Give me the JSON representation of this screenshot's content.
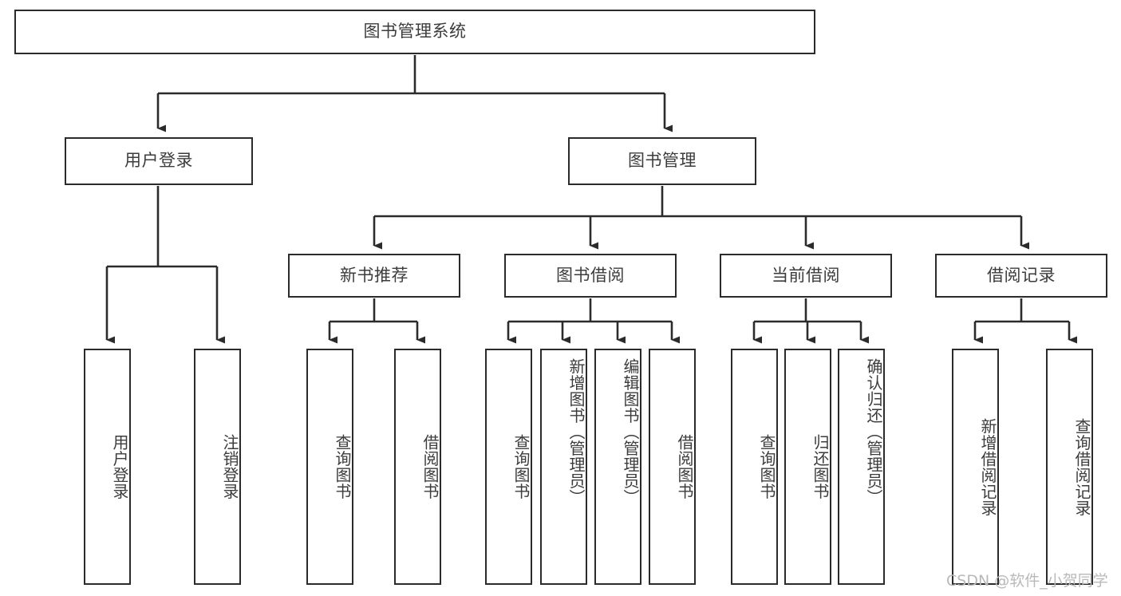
{
  "diagram": {
    "title": "图书管理系统",
    "type": "tree",
    "orientation": "top-down",
    "watermark": "CSDN @软件_小贺同学",
    "colors": {
      "box_stroke": "#2b2b2b",
      "box_fill": "#ffffff",
      "text": "#3c3c3c",
      "connector": "#2b2b2b",
      "watermark": "#b9b9b9",
      "background": "#ffffff"
    },
    "root": {
      "label": "图书管理系统"
    },
    "level2": [
      {
        "label": "用户登录"
      },
      {
        "label": "图书管理"
      }
    ],
    "level3": [
      {
        "label": "新书推荐"
      },
      {
        "label": "图书借阅"
      },
      {
        "label": "当前借阅"
      },
      {
        "label": "借阅记录"
      }
    ],
    "leaves": {
      "user_login": [
        {
          "label": "用户登录"
        },
        {
          "label": "注销登录"
        }
      ],
      "new_book_recommend": [
        {
          "label": "查询图书"
        },
        {
          "label": "借阅图书"
        }
      ],
      "book_borrow": [
        {
          "label": "查询图书"
        },
        {
          "label": "新增图书（管理员）"
        },
        {
          "label": "编辑图书（管理员）"
        },
        {
          "label": "借阅图书"
        }
      ],
      "current_borrow": [
        {
          "label": "查询图书"
        },
        {
          "label": "归还图书"
        },
        {
          "label": "确认归还（管理员）"
        }
      ],
      "borrow_record": [
        {
          "label": "新增借阅记录"
        },
        {
          "label": "查询借阅记录"
        }
      ]
    }
  }
}
